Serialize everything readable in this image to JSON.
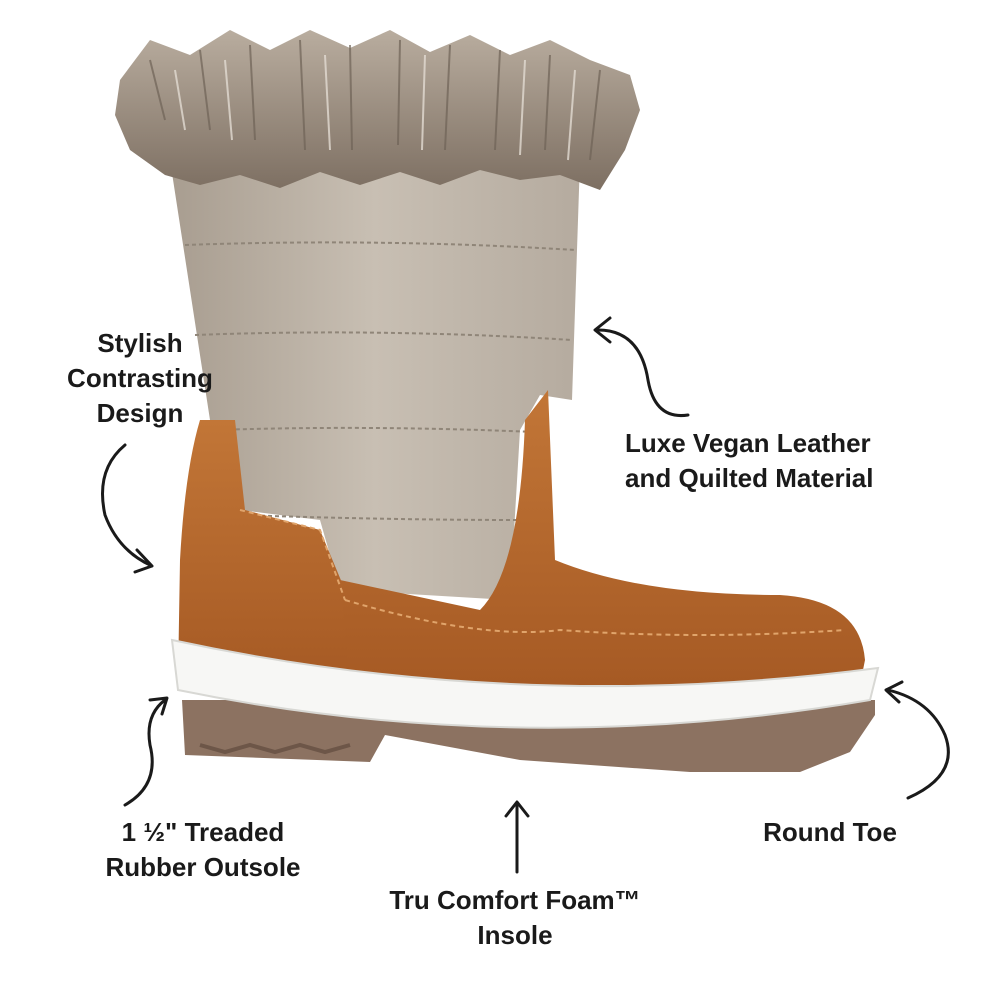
{
  "callouts": {
    "design": {
      "lines": [
        "Stylish",
        "Contrasting",
        "Design"
      ]
    },
    "luxe": {
      "lines": [
        "Luxe Vegan Leather",
        "and Quilted Material"
      ]
    },
    "outsole": {
      "lines": [
        "1 ½\" Treaded",
        "Rubber Outsole"
      ]
    },
    "insole": {
      "lines": [
        "Tru Comfort Foam™",
        "Insole"
      ]
    },
    "toe": {
      "lines": [
        "Round Toe"
      ]
    }
  },
  "colors": {
    "leather": "#b8682e",
    "quilt": "#bcb2a5",
    "fur": "#9c8f82",
    "midsole": "#f7f7f5",
    "outsole": "#8c7261",
    "text": "#1a1a1a"
  }
}
